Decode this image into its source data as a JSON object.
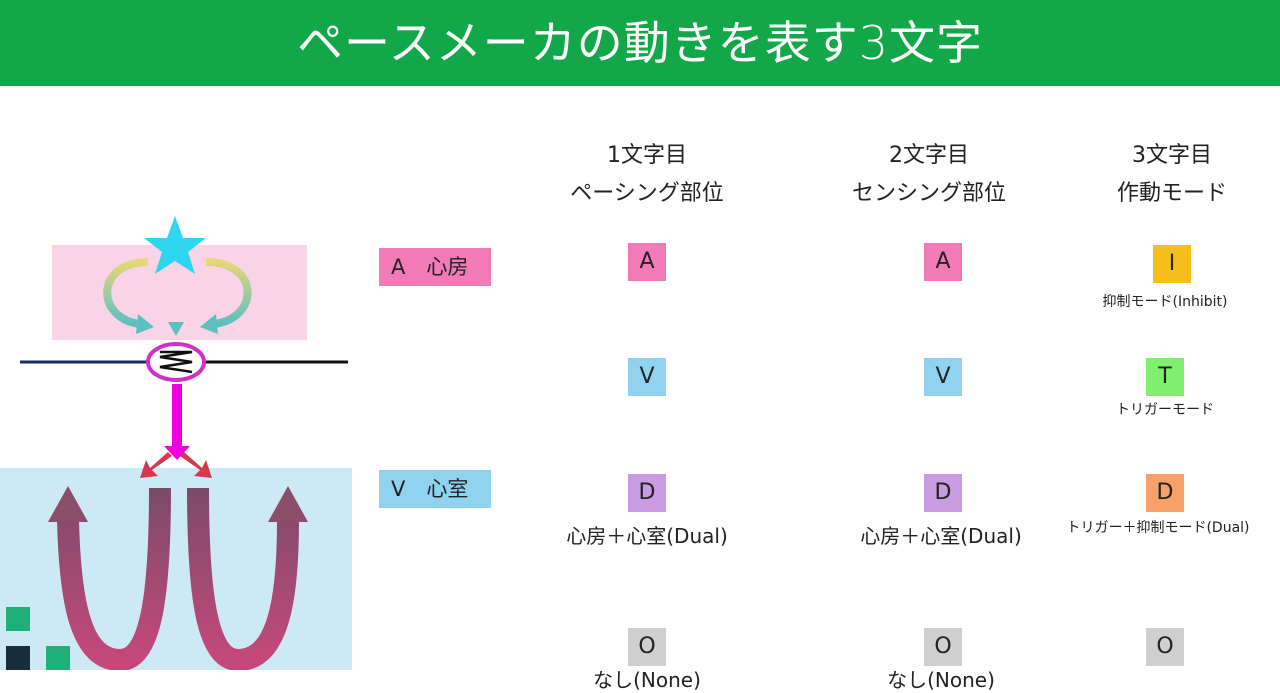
{
  "title": "ペースメーカの動きを表す3文字",
  "columns": [
    {
      "number": "1文字目",
      "name": "ペーシング部位"
    },
    {
      "number": "2文字目",
      "name": "センシング部位"
    },
    {
      "number": "3文字目",
      "name": "作動モード"
    }
  ],
  "chambers": [
    {
      "label": "A　心房"
    },
    {
      "label": "V　心室"
    }
  ],
  "pacing": [
    {
      "code": "A"
    },
    {
      "code": "V"
    },
    {
      "code": "D",
      "caption": "心房＋心室(Dual)"
    },
    {
      "code": "O",
      "caption": "なし(None)"
    }
  ],
  "sensing": [
    {
      "code": "A"
    },
    {
      "code": "V"
    },
    {
      "code": "D",
      "caption": "心房＋心室(Dual)"
    },
    {
      "code": "O",
      "caption": "なし(None)"
    }
  ],
  "mode": [
    {
      "code": "I",
      "caption": "抑制モード(Inhibit)"
    },
    {
      "code": "T",
      "caption": "トリガーモード"
    },
    {
      "code": "D",
      "caption": "トリガー＋抑制モード(Dual)"
    },
    {
      "code": "O"
    }
  ],
  "colors": {
    "header": "#12a84a",
    "atrium_box": "#f27ab6",
    "ventricle_box": "#8fd3f0",
    "dual_box": "#c99be0",
    "none_box": "#cfcfcf",
    "inhibit_box": "#f6be1a",
    "trigger_box": "#7ef06e",
    "dual_mode_box": "#f8a06a"
  }
}
